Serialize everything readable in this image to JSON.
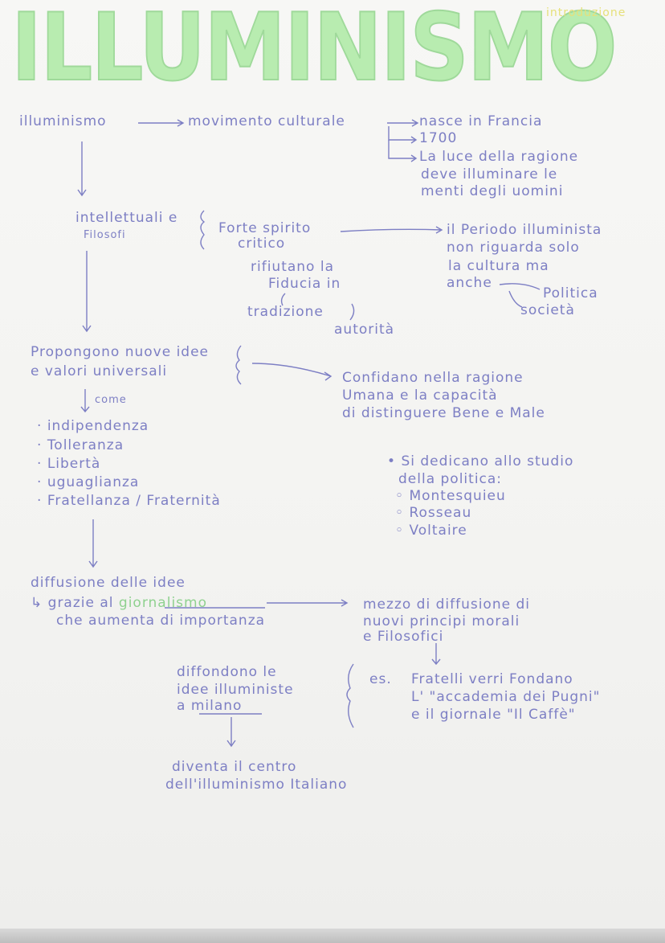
{
  "header": {
    "title": "ILLUMINISMO",
    "tag": "introduzione"
  },
  "row1": {
    "subject": "illuminismo",
    "movement": "movimento culturale",
    "facts": [
      "nasce in Francia",
      "1700"
    ],
    "reason_lines": [
      "La luce della ragione",
      "deve illuminare le",
      "menti degli uomini"
    ]
  },
  "row2": {
    "who_lines": [
      "intellettuali e",
      "Filosofi"
    ],
    "spirit_lines": [
      "Forte spirito",
      "critico"
    ],
    "rifiuto_lines": [
      "rifiutano la",
      "Fiducia in"
    ],
    "tradizione": "tradizione",
    "autorita": "autorità",
    "period_lines": [
      "il Periodo illuminista",
      "non riguarda solo",
      "la cultura ma",
      "anche"
    ],
    "politica": "Politica",
    "societa": "società"
  },
  "row3": {
    "propose_lines": [
      "Propongono nuove idee",
      "e valori universali"
    ],
    "come": "come",
    "values": [
      "indipendenza",
      "Tolleranza",
      "Libertà",
      "uguaglianza",
      "Fratellanza / Fraternità"
    ],
    "confidano_lines": [
      "Confidano nella ragione",
      "Umana e la capacità",
      "di distinguere Bene e Male"
    ],
    "studio_lines": [
      "Si dedicano allo studio",
      "della politica:"
    ],
    "authors": [
      "Montesquieu",
      "Rosseau",
      "Voltaire"
    ]
  },
  "row4": {
    "diffusione": "diffusione delle idee",
    "grazie_prefix": "grazie al",
    "giornalismo": "giornalismo",
    "aumenta": "che aumenta di importanza",
    "mezzo_lines": [
      "mezzo di diffusione di",
      "nuovi principi morali",
      "e Filosofici"
    ],
    "diffondono_lines": [
      "diffondono le",
      "idee illuministe"
    ],
    "a": "a",
    "milano": "milano",
    "es": "es.",
    "verri_lines": [
      "Fratelli verri Fondano",
      "L' \"accademia dei Pugni\"",
      "e il giornale \"Il Caffè\""
    ],
    "centro_lines": [
      "diventa il centro",
      "dell'illuminismo Italiano"
    ]
  },
  "colors": {
    "ink": "#7d7fc4",
    "highlight": "#8fd18f",
    "title": "#b8ecb0"
  }
}
